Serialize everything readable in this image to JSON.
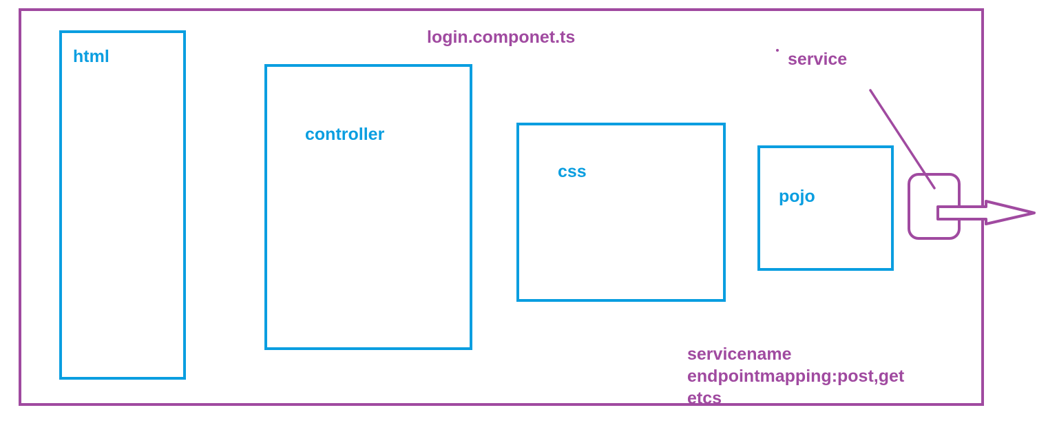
{
  "diagram": {
    "title": "login.componet.ts",
    "boxes": {
      "html": "html",
      "controller": "controller",
      "css": "css",
      "pojo": "pojo"
    },
    "service_label": "service",
    "notes": [
      "servicename",
      "endpointmapping:post,get",
      "etcs"
    ]
  },
  "colors": {
    "outer_border": "#a04aa0",
    "box_border": "#0a9ee0",
    "box_text": "#0a9ee0",
    "annotation_text": "#a04aa0"
  }
}
